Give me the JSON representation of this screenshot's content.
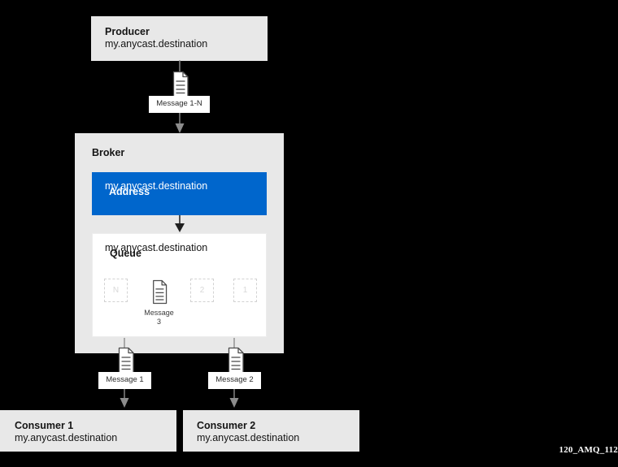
{
  "diagram": {
    "background_color": "#000000",
    "node_fill": "#e8e8e8",
    "accent_color": "#0066cc",
    "destination": "my.anycast.destination"
  },
  "producer": {
    "title": "Producer",
    "subtitle": "my.anycast.destination"
  },
  "producer_message": {
    "label": "Message 1-N",
    "icon": "document-icon"
  },
  "broker": {
    "title": "Broker",
    "address": {
      "title": "Address",
      "subtitle": "my.anycast.destination"
    },
    "queue": {
      "title": "Queue",
      "subtitle": "my.anycast.destination",
      "slots": [
        {
          "type": "empty",
          "number": "N",
          "caption": ""
        },
        {
          "type": "message",
          "number": "",
          "caption": "Message\n3"
        },
        {
          "type": "empty",
          "number": "2",
          "caption": ""
        },
        {
          "type": "empty",
          "number": "1",
          "caption": ""
        }
      ]
    }
  },
  "delivery": [
    {
      "label": "Message 1",
      "icon": "document-icon"
    },
    {
      "label": "Message 2",
      "icon": "document-icon"
    }
  ],
  "consumers": [
    {
      "title": "Consumer 1",
      "subtitle": "my.anycast.destination"
    },
    {
      "title": "Consumer 2",
      "subtitle": "my.anycast.destination"
    }
  ],
  "watermark": {
    "text": "120_AMQ_112"
  }
}
